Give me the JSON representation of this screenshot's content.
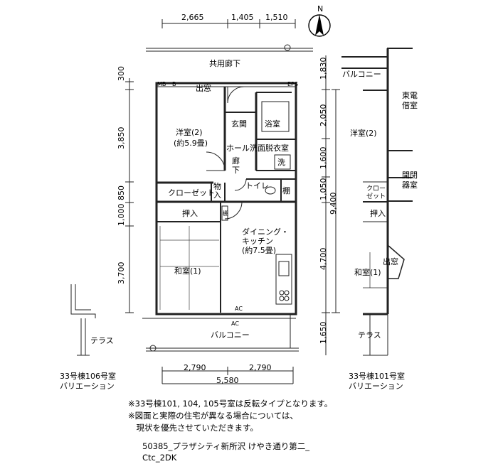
{
  "compass": {
    "label": "N"
  },
  "dims": {
    "top": [
      "2,665",
      "1,405",
      "1,510"
    ],
    "bottom": [
      "2,790",
      "2,790",
      "5,580"
    ],
    "left": [
      "300",
      "3,850",
      "850",
      "1,000",
      "3,700"
    ],
    "right": [
      "1,830",
      "2,050",
      "1,600",
      "1,050",
      "4,700",
      "1,650"
    ],
    "total": "9,400"
  },
  "labels": {
    "corridor": "共用廊下",
    "mb": "MB",
    "b": "B",
    "window_top": "出窓",
    "eps": "EPS",
    "western_room": "洋室(2)",
    "western_room_area": "(約5.9畳)",
    "entrance": "玄関",
    "bath": "浴室",
    "hall": "ホール",
    "corridor_room_1": "廊",
    "corridor_room_2": "下",
    "washroom": "洗面脱衣室",
    "washer": "洗",
    "toilet": "トイレ",
    "shelf": "棚",
    "storage_1": "物",
    "storage_2": "入",
    "closet": "クローゼット",
    "oshiire": "押入",
    "shelf_small": "棚",
    "dining_1": "ダイニング・",
    "dining_2": "キッチン",
    "dining_3": "(約7.5畳)",
    "japanese_room": "和室(1)",
    "ac1": "AC",
    "ac2": "AC",
    "balcony": "バルコニー",
    "terrace_left": "テラス",
    "var_balcony": "バルコニー",
    "var_toden_1": "東電",
    "var_toden_2": "借室",
    "var_western": "洋室(2)",
    "var_switch_1": "開閉",
    "var_switch_2": "器室",
    "var_closet_1": "クロー",
    "var_closet_2": "ゼット",
    "var_oshiire": "押入",
    "var_window": "出窓",
    "var_japanese": "和室(1)",
    "var_terrace": "テラス"
  },
  "captions": {
    "left_1": "33号棟106号室",
    "left_2": "バリエーション",
    "right_1": "33号棟101号室",
    "right_2": "バリエーション"
  },
  "notes": {
    "line1": "※33号棟101, 104, 105号室は反転タイプとなります。",
    "line2": "※図面と実際の住宅が異なる場合については、",
    "line3": "　現状を優先させていただきます。",
    "line4": "50385_プラザシティ新所沢 けやき通り第二_",
    "line5": "Ctc_2DK"
  }
}
